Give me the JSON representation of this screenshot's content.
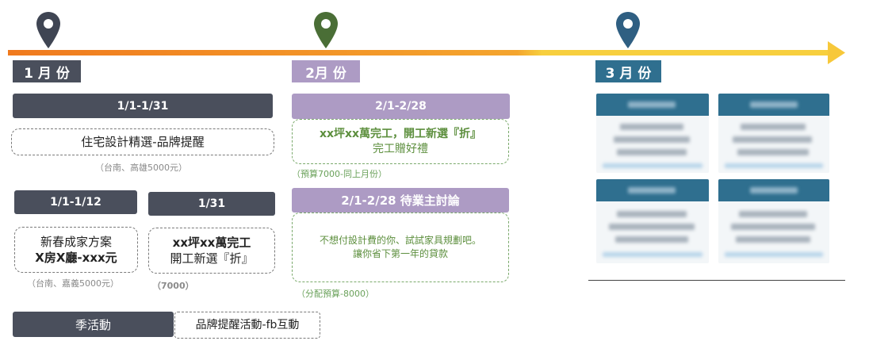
{
  "timeline": {
    "months": [
      {
        "label": "1 月 份",
        "color": "#4a4f5c"
      },
      {
        "label": "2月 份",
        "color": "#ad9bc4"
      },
      {
        "label": "3 月 份",
        "color": "#2f6f8f"
      }
    ],
    "pin_colors": [
      "#3f4553",
      "#4a6e36",
      "#2f5f82"
    ],
    "line_colors": {
      "start": "#f07a1e",
      "end": "#f7cf3e"
    }
  },
  "jan": {
    "bar1": "1/1-1/31",
    "box1": "住宅設計精選-品牌提醒",
    "note1": "（台南、高雄5000元）",
    "bar2": "1/1-1/12",
    "bar3": "1/31",
    "box2_line1": "新春成家方案",
    "box2_line2": "X房X廳-xxx元",
    "box3_line1": "xx坪xx萬完工",
    "box3_line2": "開工新選『折』",
    "note2": "（台南、嘉義5000元）",
    "note3": "（7000）",
    "season_bar": "季活動",
    "season_box": "品牌提醒活動-fb互動"
  },
  "feb": {
    "bar1": "2/1-2/28",
    "box1_line1": "xx坪xx萬完工，開工新選『折』",
    "box1_line2": "完工贈好禮",
    "note1": "（預算7000-同上月份）",
    "bar2": "2/1-2/28 待業主討論",
    "box2_line1": "不想付設計費的你、試試家具規劃吧。",
    "box2_line2": "讓你省下第一年的貸款",
    "note2": "（分配預算-8000）"
  }
}
